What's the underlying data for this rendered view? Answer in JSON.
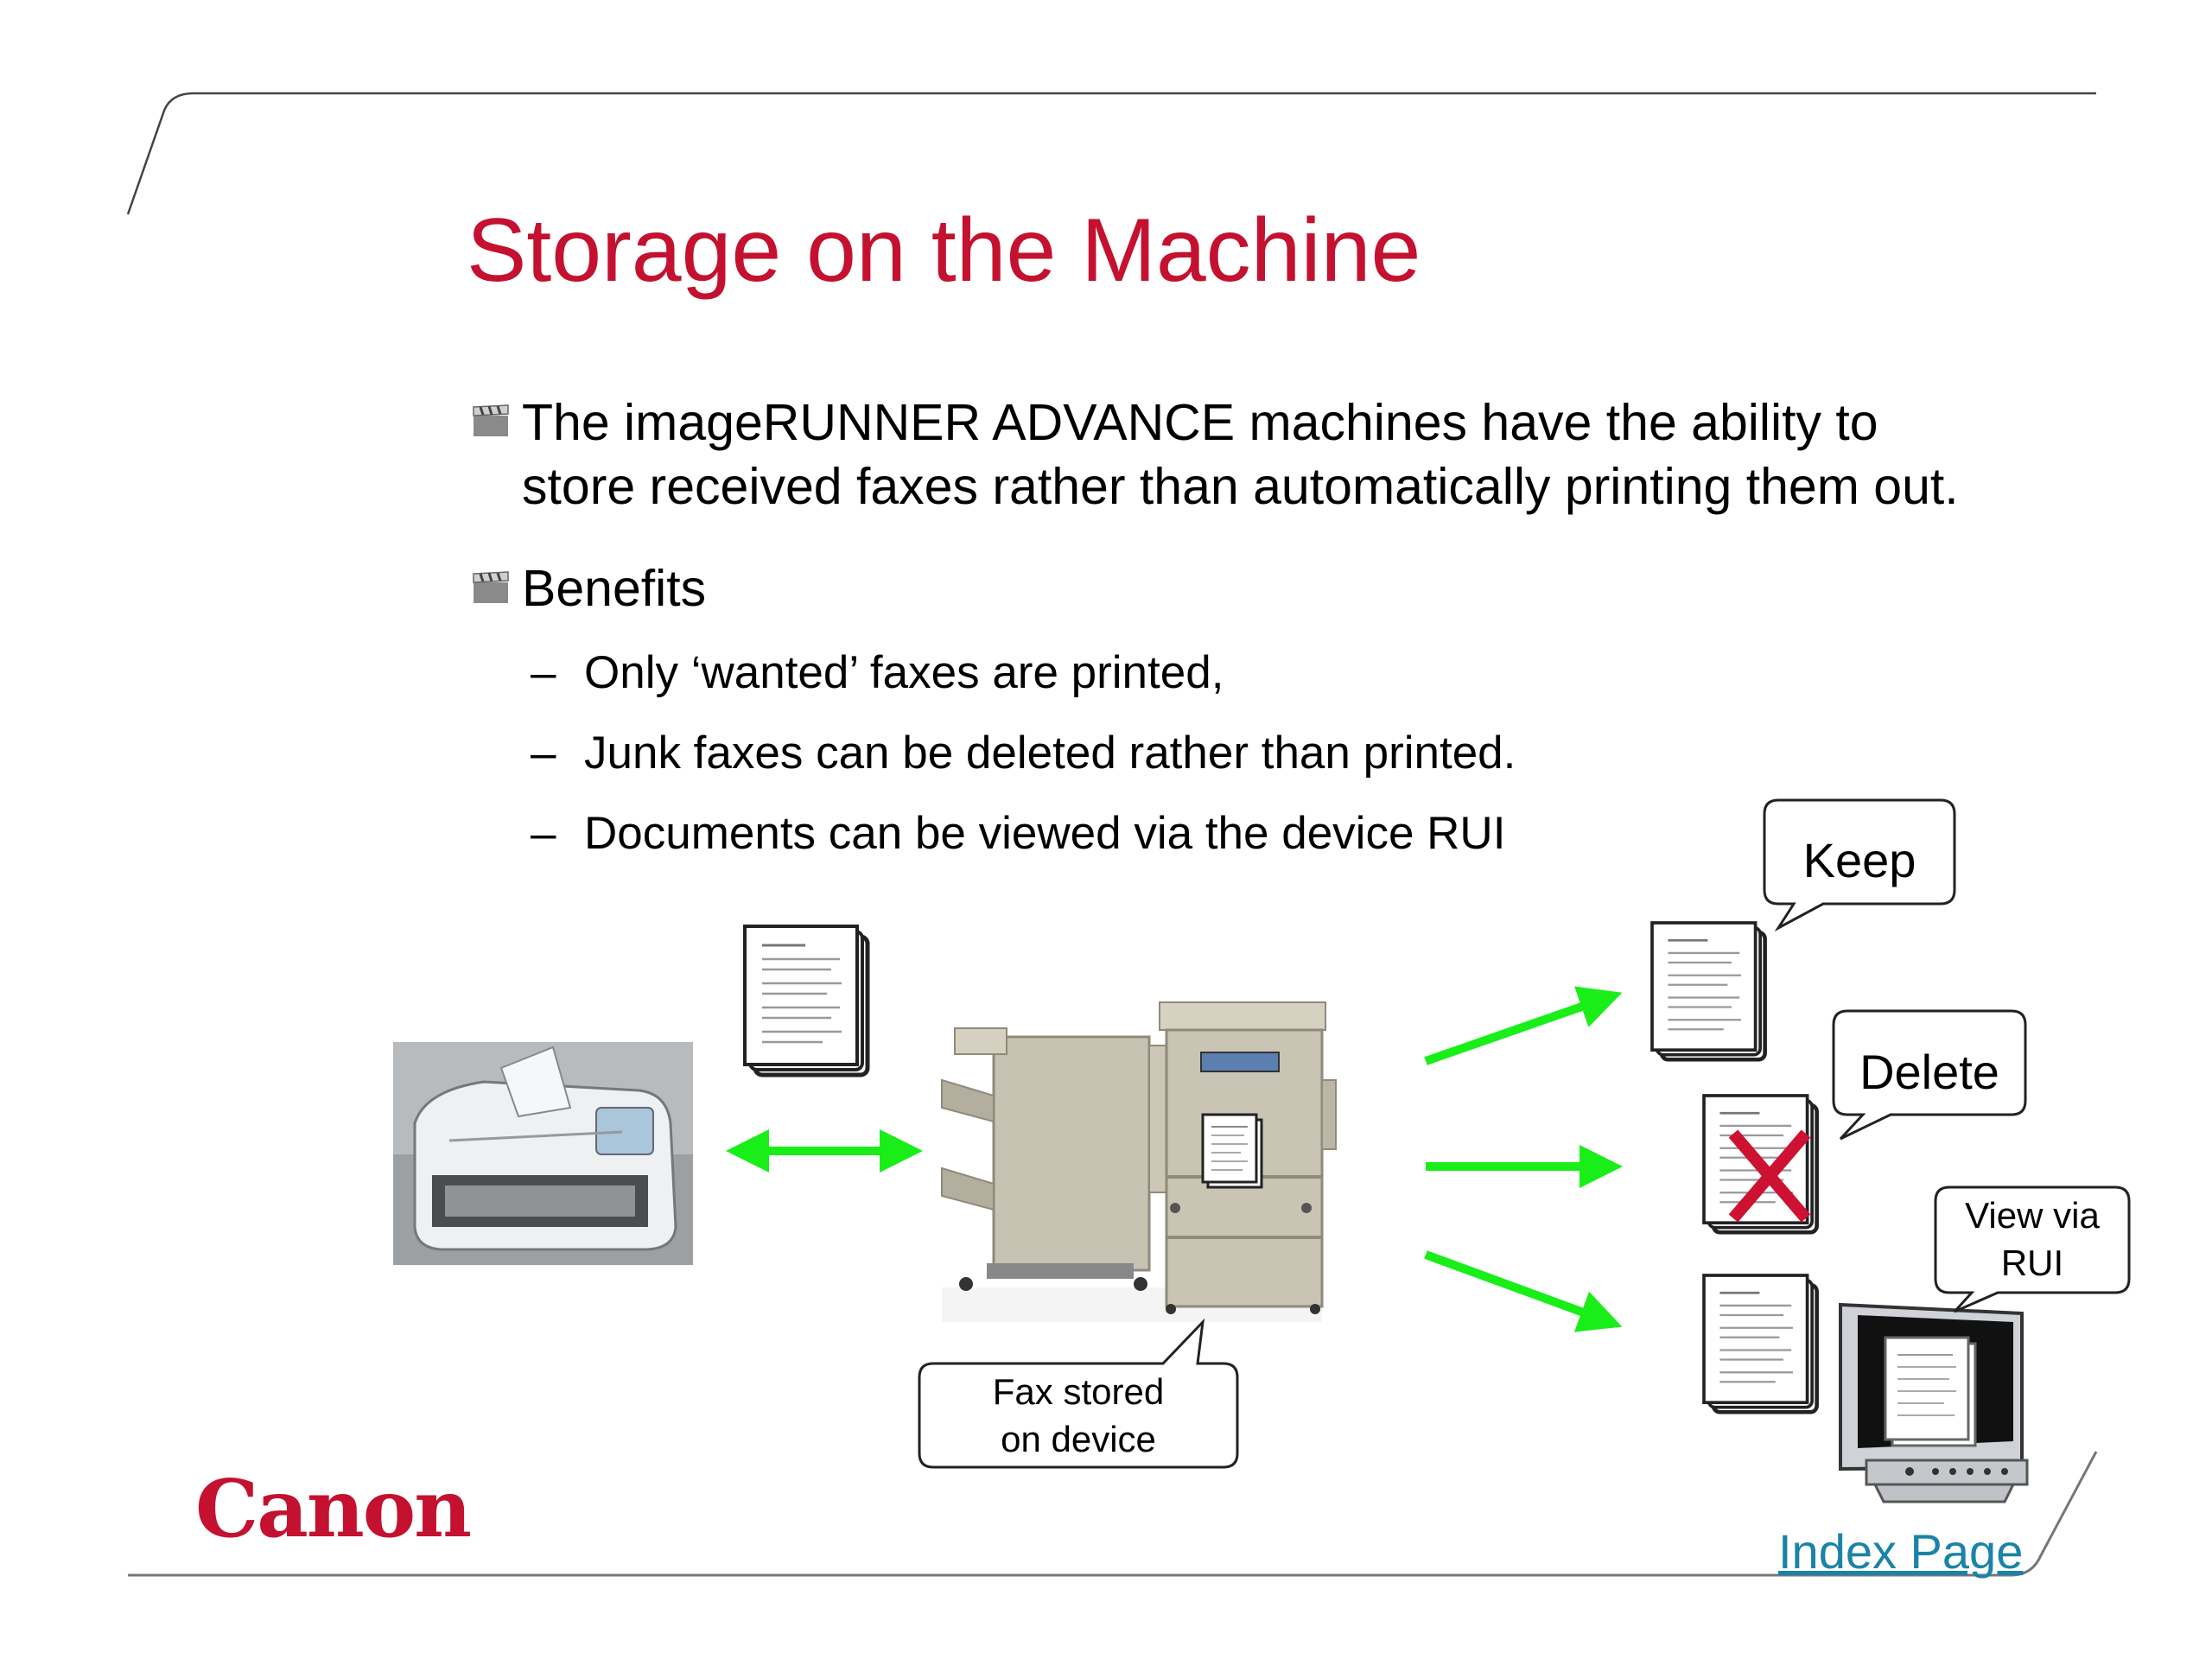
{
  "slide": {
    "title": "Storage on the Machine",
    "bullets": [
      {
        "lines": [
          "The imageRUNNER ADVANCE machines have the ability to",
          "store received faxes rather than automatically printing them out."
        ]
      },
      {
        "lines": [
          "Benefits"
        ]
      }
    ],
    "sub_bullets": [
      "Only ‘wanted’ faxes are printed,",
      "Junk faxes can be deleted rather than printed.",
      "Documents can be viewed via the device RUI"
    ],
    "dash": "–"
  },
  "diagram": {
    "callouts": {
      "keep": "Keep",
      "delete": "Delete",
      "view_line1": "View via",
      "view_line2": "RUI",
      "stored_line1": "Fax stored",
      "stored_line2": "on device"
    },
    "arrow_color": "#19ee19",
    "delete_mark_color": "#cc1133"
  },
  "footer": {
    "logo": "Canon",
    "index_link": "Index Page"
  },
  "colors": {
    "title": "#c4112f",
    "logo": "#c4112f",
    "link": "#1b83a8"
  }
}
